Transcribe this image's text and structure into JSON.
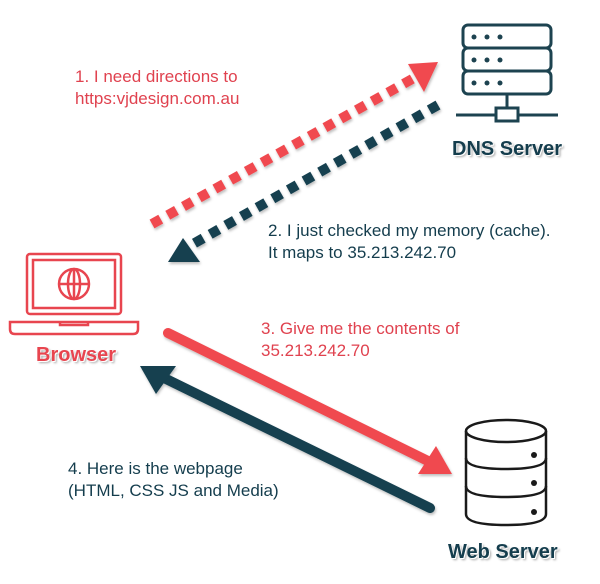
{
  "colors": {
    "request": "#f04a4f",
    "response": "#133f4f",
    "browser": "#e8454f",
    "text_red": "#e0424f",
    "text_dark": "#143d4d"
  },
  "nodes": {
    "dns_server": {
      "label": "DNS Server",
      "icon": "server-rack-icon"
    },
    "browser": {
      "label": "Browser",
      "icon": "laptop-globe-icon"
    },
    "web_server": {
      "label": "Web Server",
      "icon": "database-icon"
    }
  },
  "messages": [
    {
      "step": 1,
      "lines": [
        "1. I need directions to",
        "https:vjdesign.com.au"
      ],
      "from": "Browser",
      "to": "DNS Server",
      "style": "dashed"
    },
    {
      "step": 2,
      "lines": [
        "2. I just checked my memory (cache).",
        "It maps to 35.213.242.70"
      ],
      "from": "DNS Server",
      "to": "Browser",
      "style": "dashed"
    },
    {
      "step": 3,
      "lines": [
        "3. Give me the contents of",
        "35.213.242.70"
      ],
      "from": "Browser",
      "to": "Web Server",
      "style": "solid"
    },
    {
      "step": 4,
      "lines": [
        "4. Here is the webpage",
        "(HTML, CSS JS and Media)"
      ],
      "from": "Web Server",
      "to": "Browser",
      "style": "solid"
    }
  ]
}
